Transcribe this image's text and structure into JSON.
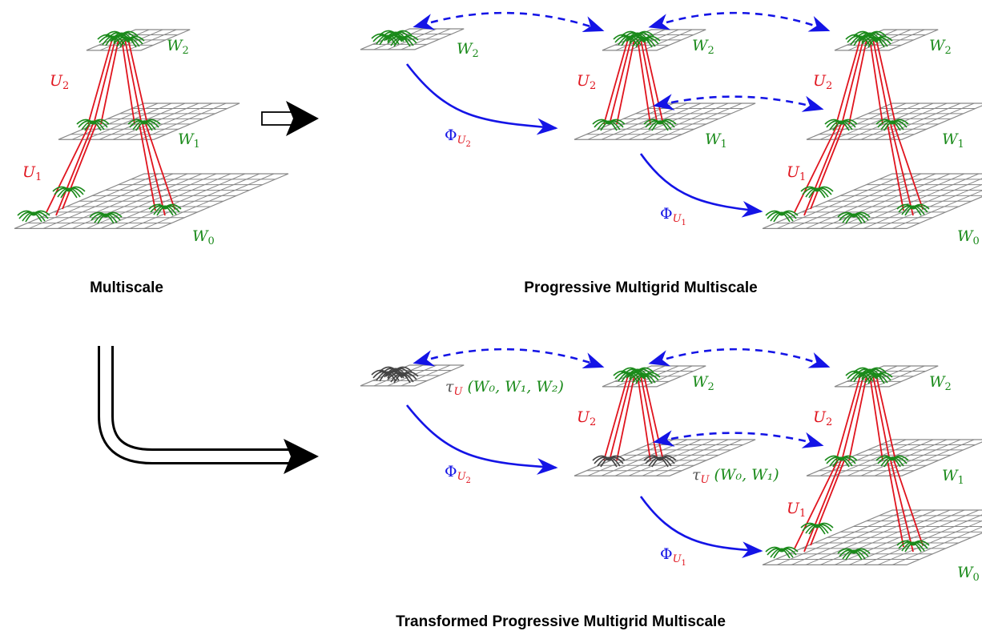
{
  "captions": {
    "multiscale": "Multiscale",
    "progressive": "Progressive Multigrid Multiscale",
    "transformed": "Transformed Progressive Multigrid Multiscale"
  },
  "symbols": {
    "W": "W",
    "U": "U",
    "Phi": "Φ",
    "tau": "τ",
    "sub0": "0",
    "sub1": "1",
    "sub2": "2",
    "tau_args_3": "(W₀, W₁, W₂)",
    "tau_args_2": "(W₀, W₁)"
  },
  "colors": {
    "weights": "#1a8a1a",
    "upscale": "#e0141e",
    "transfer": "#1414e6",
    "grid": "#888888",
    "transformed_filter": "#444444"
  },
  "icons": [
    "spider-filter-icon",
    "red-projection-lines",
    "grid-plane",
    "arrow-right-icon",
    "curved-arrow-icon"
  ]
}
